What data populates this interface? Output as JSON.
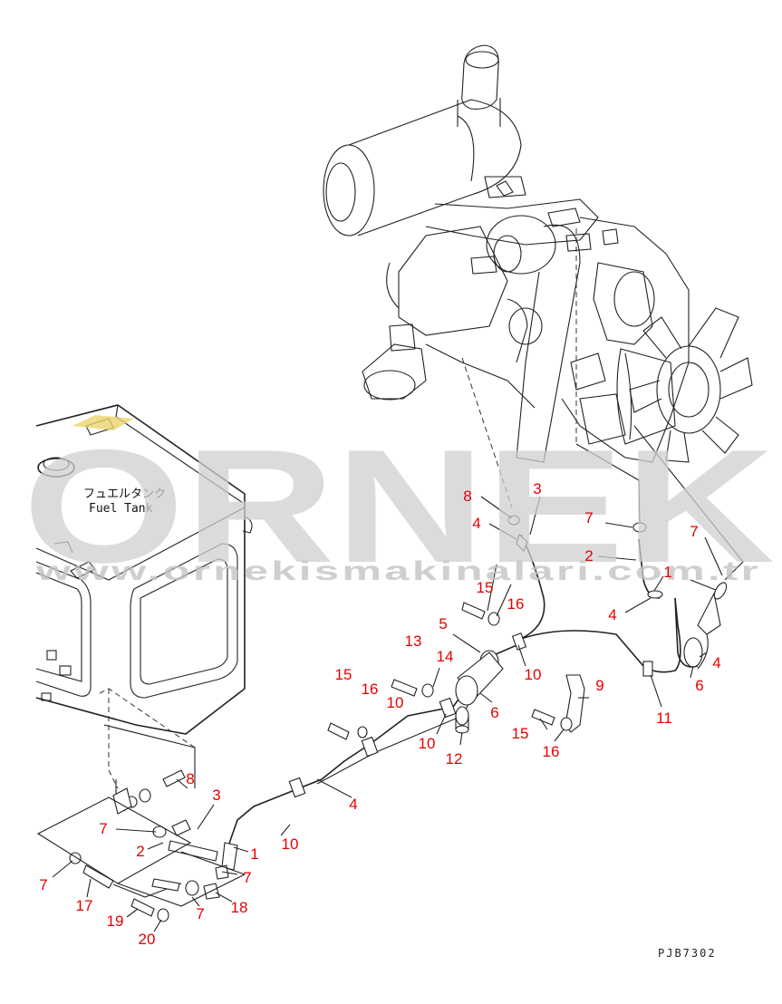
{
  "watermark": {
    "brand": "ORNEK",
    "url": "www.ornekismakinalari.com.tr",
    "color": "#cfcfcf"
  },
  "tank": {
    "label_jp": "フュエルタンク",
    "label_en": "Fuel Tank"
  },
  "drawing_code": "PJB7302",
  "label_color": "#e60000",
  "callouts": [
    {
      "id": "c-8-top",
      "text": "8"
    },
    {
      "id": "c-3-top",
      "text": "3"
    },
    {
      "id": "c-4-top",
      "text": "4"
    },
    {
      "id": "c-7-r1",
      "text": "7"
    },
    {
      "id": "c-7-r2",
      "text": "7"
    },
    {
      "id": "c-2-r",
      "text": "2"
    },
    {
      "id": "c-15-a",
      "text": "15"
    },
    {
      "id": "c-16-a",
      "text": "16"
    },
    {
      "id": "c-1-r",
      "text": "1"
    },
    {
      "id": "c-5",
      "text": "5"
    },
    {
      "id": "c-4-r1",
      "text": "4"
    },
    {
      "id": "c-4-r2",
      "text": "4"
    },
    {
      "id": "c-13",
      "text": "13"
    },
    {
      "id": "c-14",
      "text": "14"
    },
    {
      "id": "c-10-a",
      "text": "10"
    },
    {
      "id": "c-6-a",
      "text": "6"
    },
    {
      "id": "c-6-b",
      "text": "6"
    },
    {
      "id": "c-9",
      "text": "9"
    },
    {
      "id": "c-15-b",
      "text": "15"
    },
    {
      "id": "c-16-b",
      "text": "16"
    },
    {
      "id": "c-10-b",
      "text": "10"
    },
    {
      "id": "c-11",
      "text": "11"
    },
    {
      "id": "c-15-c",
      "text": "15"
    },
    {
      "id": "c-16-c",
      "text": "16"
    },
    {
      "id": "c-10-c",
      "text": "10"
    },
    {
      "id": "c-12",
      "text": "12"
    },
    {
      "id": "c-8-l",
      "text": "8"
    },
    {
      "id": "c-3-l",
      "text": "3"
    },
    {
      "id": "c-4-m",
      "text": "4"
    },
    {
      "id": "c-7-l1",
      "text": "7"
    },
    {
      "id": "c-2-l",
      "text": "2"
    },
    {
      "id": "c-10-d",
      "text": "10"
    },
    {
      "id": "c-1-l",
      "text": "1"
    },
    {
      "id": "c-7-l2",
      "text": "7"
    },
    {
      "id": "c-7-l3",
      "text": "7"
    },
    {
      "id": "c-17",
      "text": "17"
    },
    {
      "id": "c-7-l4",
      "text": "7"
    },
    {
      "id": "c-18",
      "text": "18"
    },
    {
      "id": "c-19",
      "text": "19"
    },
    {
      "id": "c-20",
      "text": "20"
    }
  ]
}
